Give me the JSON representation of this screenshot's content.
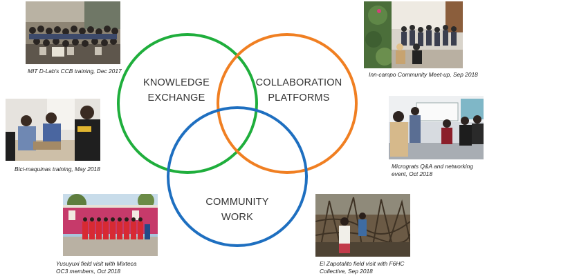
{
  "circles": {
    "knowledge": {
      "lines": [
        "KNOWLEDGE",
        "EXCHANGE"
      ],
      "color": "#1fae3c"
    },
    "collaboration": {
      "lines": [
        "COLLABORATION",
        "PLATFORMS"
      ],
      "color": "#f07f22"
    },
    "community": {
      "lines": [
        "COMMUNITY",
        "WORK"
      ],
      "color": "#1e6fc0"
    }
  },
  "photos": [
    {
      "id": "ccb",
      "caption_lines": [
        "MIT D-Lab's CCB training, Dec 2017"
      ]
    },
    {
      "id": "inncampo",
      "caption_lines": [
        "Inn-campo Community Meet-up, Sep 2018"
      ]
    },
    {
      "id": "bici",
      "caption_lines": [
        "Bici-maquinas training, May 2018"
      ]
    },
    {
      "id": "micro",
      "caption_lines": [
        "Micrograts Q&A and networking",
        "event, Oct 2018"
      ]
    },
    {
      "id": "yusuyuxi",
      "caption_lines": [
        "Yusuyuxi field visit with Mixteca",
        "OC3 members, Oct 2018"
      ]
    },
    {
      "id": "zapotalito",
      "caption_lines": [
        "El Zapotalito field visit with F6HC",
        "Collective, Sep 2018"
      ]
    }
  ]
}
